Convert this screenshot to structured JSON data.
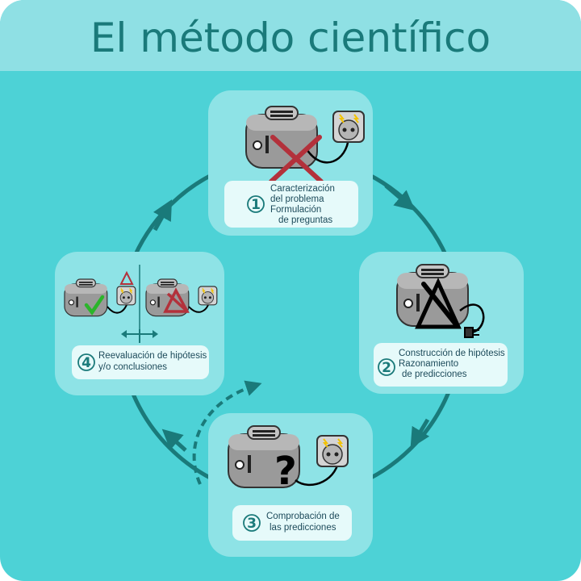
{
  "title": "El método científico",
  "steps": [
    {
      "number": "1",
      "lines": [
        "Caracterización",
        "del problema",
        "Formulación",
        "de preguntas"
      ]
    },
    {
      "number": "2",
      "lines": [
        "Construcción de hipótesis",
        "Razonamiento",
        "de predicciones"
      ]
    },
    {
      "number": "3",
      "lines": [
        "Comprobación de",
        "las predicciones"
      ]
    },
    {
      "number": "4",
      "lines": [
        "Reevaluación de hipótesis",
        "y/o conclusiones"
      ]
    }
  ],
  "question_mark": "?",
  "colors": {
    "background": "#4dd2d6",
    "title_band": "#8fe0e4",
    "card": "#8ee3e6",
    "label_box": "#e6fafa",
    "cycle_arrow": "#1a7a7a",
    "cross": "#b3313b",
    "check": "#2bb52b",
    "toaster": "#9a9a9a"
  }
}
